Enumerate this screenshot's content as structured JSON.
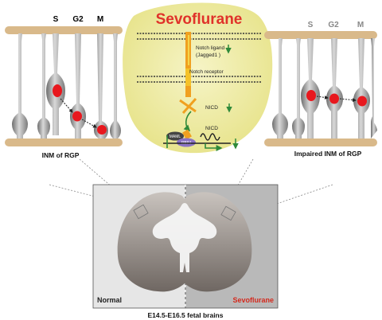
{
  "title": "Sevoflurane",
  "left_panel": {
    "phase_labels": [
      "S",
      "G2",
      "M"
    ],
    "caption": "INM of RGP"
  },
  "right_panel": {
    "phase_labels": [
      "S",
      "G2",
      "M"
    ],
    "caption": "Impaired INM of RGP"
  },
  "pathway": {
    "notch_ligand_line1": "Notch ligand",
    "notch_ligand_line2": "(Jagged1 )",
    "notch_receptor": "Notch receptor",
    "nicd_1": "NICD",
    "nicd_2": "NICD",
    "maml": "MAML",
    "rbpj": "RBPJ"
  },
  "brain": {
    "normal_label": "Normal",
    "sevo_label": "Sevoflurane",
    "caption": "E14.5-E16.5 fetal brains"
  },
  "colors": {
    "title_red": "#e0322a",
    "sevo_red": "#d42a1e",
    "bg_yellow": "#efeca2",
    "membrane": "#d9b98a",
    "nucleus_red": "#e8181e",
    "arrow_green": "#2f8a3a",
    "notch_orange": "#f0a020",
    "normal_panel": "#e6e6e6",
    "sevo_panel": "#b9b9b9"
  }
}
